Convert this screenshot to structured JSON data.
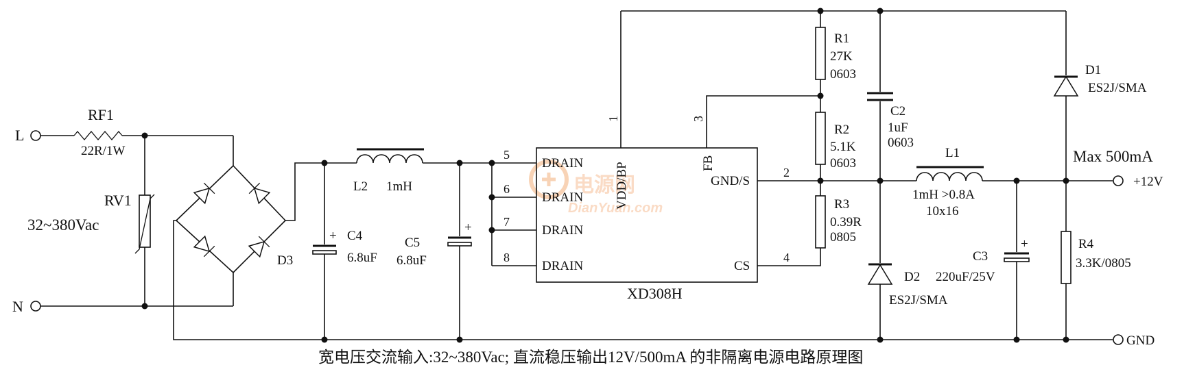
{
  "caption": "宽电压交流输入:32~380Vac; 直流稳压输出12V/500mA 的非隔离电源电路原理图",
  "watermark": {
    "cn": "电源网",
    "en": "DianYuan.com"
  },
  "terminals": {
    "L": "L",
    "N": "N",
    "out": "+12V",
    "gnd": "GND"
  },
  "input_range": "32~380Vac",
  "max_current": "Max 500mA",
  "ic": {
    "name": "XD308H",
    "pins": {
      "drain": "DRAIN",
      "vdd": "VDD/BP",
      "fb": "FB",
      "gnd": "GND/S",
      "cs": "CS"
    },
    "pin_numbers": [
      "1",
      "2",
      "3",
      "4",
      "5",
      "6",
      "7",
      "8"
    ]
  },
  "components": {
    "RF1": {
      "ref": "RF1",
      "value": "22R/1W"
    },
    "RV1": {
      "ref": "RV1"
    },
    "D3": {
      "ref": "D3"
    },
    "C4": {
      "ref": "C4",
      "value": "6.8uF"
    },
    "L2": {
      "ref": "L2",
      "value": "1mH"
    },
    "C5": {
      "ref": "C5",
      "value": "6.8uF"
    },
    "R1": {
      "ref": "R1",
      "value": "27K",
      "pkg": "0603"
    },
    "R2": {
      "ref": "R2",
      "value": "5.1K",
      "pkg": "0603"
    },
    "R3": {
      "ref": "R3",
      "value": "0.39R",
      "pkg": "0805"
    },
    "C2": {
      "ref": "C2",
      "value": "1uF",
      "pkg": "0603"
    },
    "L1": {
      "ref": "L1",
      "value": "1mH  >0.8A",
      "pkg": "10x16"
    },
    "D1": {
      "ref": "D1",
      "value": "ES2J/SMA"
    },
    "D2": {
      "ref": "D2",
      "value": "ES2J/SMA"
    },
    "C3": {
      "ref": "C3",
      "value": "220uF/25V"
    },
    "R4": {
      "ref": "R4",
      "value": "3.3K/0805"
    }
  },
  "polarity_mark": "+"
}
